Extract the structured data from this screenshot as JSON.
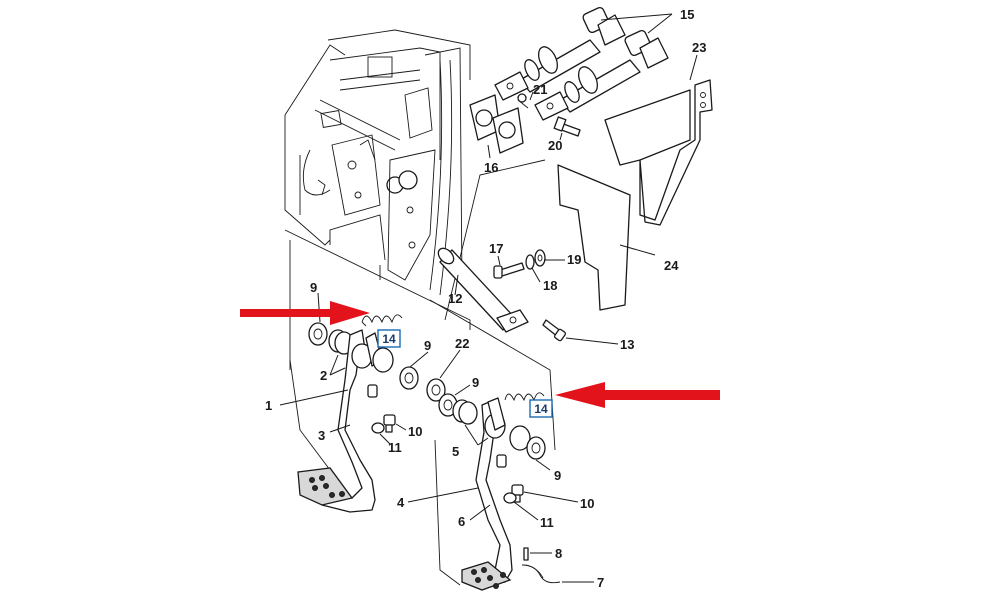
{
  "diagram": {
    "accent_color": "#e3131b",
    "box_color": "#1a6bb5",
    "callouts": {
      "c1": "1",
      "c2": "2",
      "c3": "3",
      "c4": "4",
      "c5": "5",
      "c6": "6",
      "c7": "7",
      "c8": "8",
      "c9a": "9",
      "c9b": "9",
      "c9c": "9",
      "c9d": "9",
      "c10a": "10",
      "c10b": "10",
      "c11a": "11",
      "c11b": "11",
      "c12": "12",
      "c13": "13",
      "c15": "15",
      "c16": "16",
      "c17": "17",
      "c18": "18",
      "c19": "19",
      "c20": "20",
      "c21": "21",
      "c22": "22",
      "c23": "23",
      "c24": "24"
    },
    "highlighted": {
      "left": "14",
      "right": "14"
    },
    "arrows": [
      "arrow-right-pointing",
      "arrow-left-pointing"
    ]
  }
}
